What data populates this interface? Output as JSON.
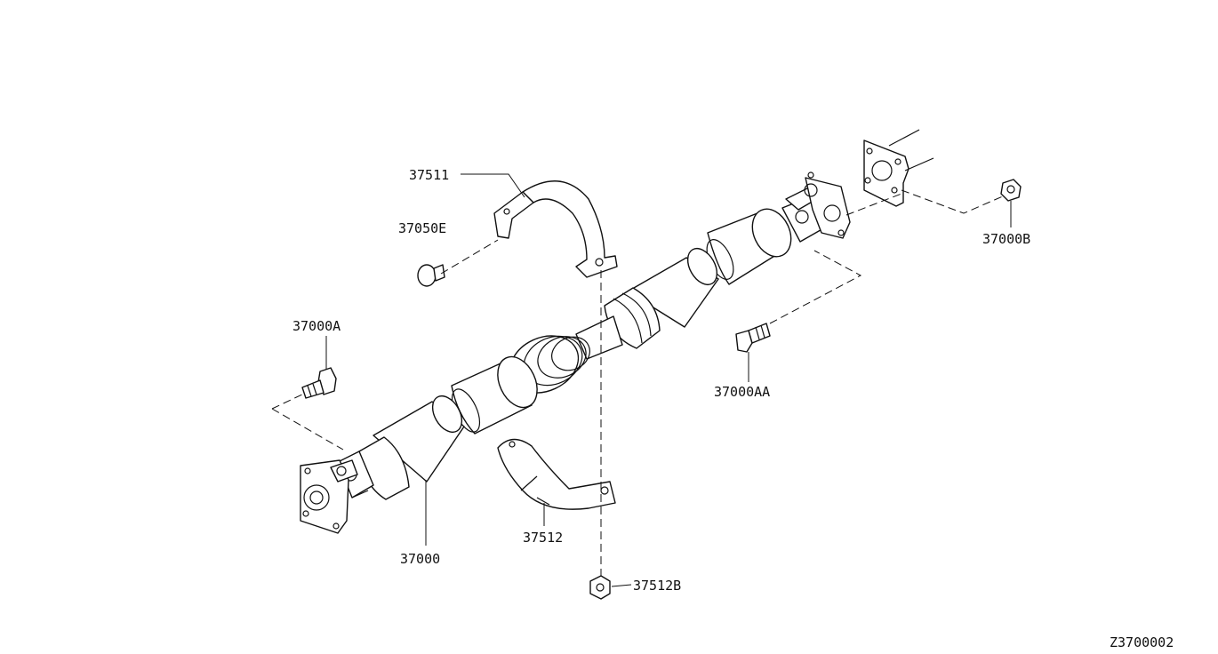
{
  "diagram": {
    "part_labels": {
      "p37511": "37511",
      "p37050E": "37050E",
      "p37000A": "37000A",
      "p37000B": "37000B",
      "p37000AA": "37000AA",
      "p37000": "37000",
      "p37512": "37512",
      "p37512B": "37512B"
    },
    "drawing_code": "Z3700002",
    "line_color": "#111111",
    "background": "#ffffff"
  }
}
